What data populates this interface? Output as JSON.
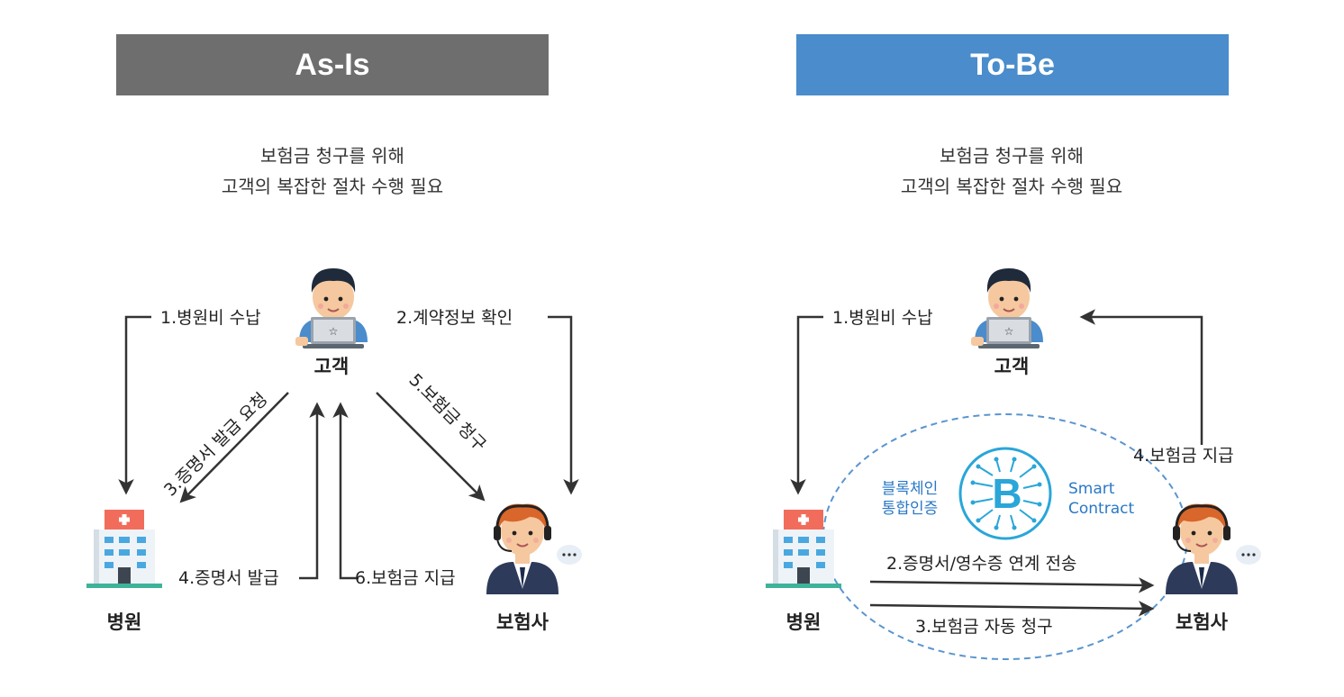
{
  "as_is": {
    "title": "As-Is",
    "subtitle_line1": "보험금 청구를 위해",
    "subtitle_line2": "고객의 복잡한 절차 수행 필요",
    "nodes": {
      "customer": "고객",
      "hospital": "병원",
      "insurer": "보험사"
    },
    "edges": {
      "e1": "1.병원비 수납",
      "e2": "2.계약정보 확인",
      "e3": "3.증명서 발급 요청",
      "e4": "4.증명서 발급",
      "e5": "5.보험금 청구",
      "e6": "6.보험금 지급"
    }
  },
  "to_be": {
    "title": "To-Be",
    "subtitle_line1": "보험금 청구를 위해",
    "subtitle_line2": "고객의 복잡한 절차 수행 필요",
    "nodes": {
      "customer": "고객",
      "hospital": "병원",
      "insurer": "보험사"
    },
    "edges": {
      "e1": "1.병원비 수납",
      "e2": "2.증명서/영수증 연계 전송",
      "e3": "3.보험금 자동 청구",
      "e4": "4.보험금 지급"
    },
    "blockchain_label_line1": "블록체인",
    "blockchain_label_line2": "통합인증",
    "smart_contract_line1": "Smart",
    "smart_contract_line2": "Contract"
  },
  "colors": {
    "asis_header": "#6e6e6e",
    "tobe_header": "#4a8ccc",
    "arrow": "#333333",
    "dashed_ellipse": "#5a95cf",
    "blockchain_blue": "#2aa6d8"
  },
  "icons": [
    "customer-laptop-icon",
    "hospital-building-icon",
    "insurer-agent-headset-icon",
    "blockchain-bitcoin-icon"
  ]
}
